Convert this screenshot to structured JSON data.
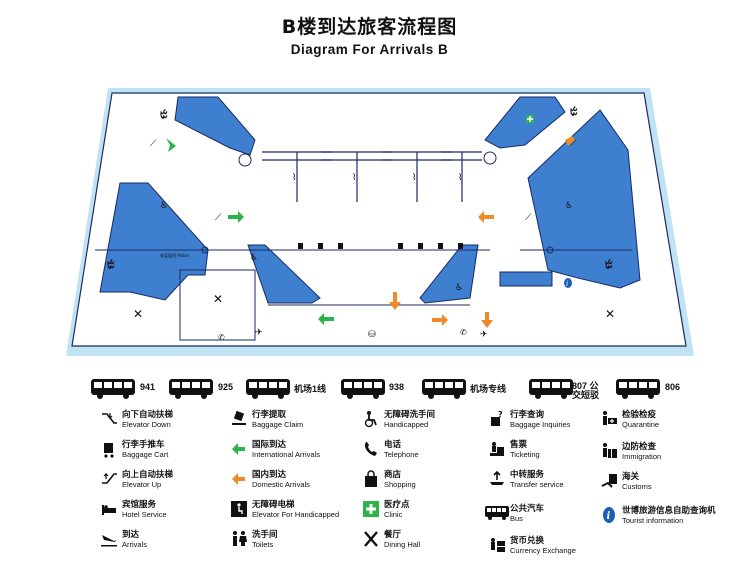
{
  "header": {
    "title": "B楼到达旅客流程图",
    "subtitle": "Diagram For Arrivals B"
  },
  "map": {
    "police_label": "安监值班 Police",
    "colors": {
      "floor": "#ffffff",
      "outer": "#bfe3f3",
      "blue_area": "#3e7fcf",
      "outline": "#1a2a66",
      "green_arrow": "#2eb34a",
      "orange_arrow": "#f08a24",
      "clinic_green": "#2eb34a",
      "info_blue": "#1a5fb4"
    }
  },
  "bus_routes": [
    {
      "label": "941"
    },
    {
      "label": "925"
    },
    {
      "label": "机场1线"
    },
    {
      "label": "938"
    },
    {
      "label": "机场专线"
    },
    {
      "label": "807 公交短驳"
    },
    {
      "label": "806"
    }
  ],
  "legend": [
    {
      "icon": "escalator-down-icon",
      "zh": "向下自动扶梯",
      "en": "Elevator Down"
    },
    {
      "icon": "baggage-cart-icon",
      "zh": "行李手推车",
      "en": "Baggage Cart"
    },
    {
      "icon": "escalator-up-icon",
      "zh": "向上自动扶梯",
      "en": "Elevator Up"
    },
    {
      "icon": "hotel-service-icon",
      "zh": "宾馆服务",
      "en": "Hotel Service"
    },
    {
      "icon": "arrivals-plane-icon",
      "zh": "到达",
      "en": "Arrivals"
    },
    {
      "icon": "baggage-claim-icon",
      "zh": "行李提取",
      "en": "Baggage Claim"
    },
    {
      "icon": "green-arrow-icon",
      "zh": "国际到达",
      "en": "International Arrivals"
    },
    {
      "icon": "orange-arrow-icon",
      "zh": "国内到达",
      "en": "Domestic Arrivals"
    },
    {
      "icon": "accessible-elevator-icon",
      "zh": "无障碍电梯",
      "en": "Elevator For Handicapped"
    },
    {
      "icon": "toilets-icon",
      "zh": "洗手间",
      "en": "Toilets"
    },
    {
      "icon": "accessible-toilet-icon",
      "zh": "无障碍洗手间",
      "en": "Handicapped"
    },
    {
      "icon": "telephone-icon",
      "zh": "电话",
      "en": "Telephone"
    },
    {
      "icon": "shopping-bag-icon",
      "zh": "商店",
      "en": "Shopping"
    },
    {
      "icon": "clinic-cross-icon",
      "zh": "医疗点",
      "en": "Clinic"
    },
    {
      "icon": "dining-fork-knife-icon",
      "zh": "餐厅",
      "en": "Dining Hall"
    },
    {
      "icon": "baggage-inquiry-icon",
      "zh": "行李查询",
      "en": "Baggage Inquiries"
    },
    {
      "icon": "ticketing-icon",
      "zh": "售票",
      "en": "Ticketing"
    },
    {
      "icon": "transfer-service-icon",
      "zh": "中转服务",
      "en": "Transfer service"
    },
    {
      "icon": "bus-icon",
      "zh": "公共汽车",
      "en": "Bus"
    },
    {
      "icon": "currency-exchange-icon",
      "zh": "货币兑换",
      "en": "Currency Exchange"
    },
    {
      "icon": "quarantine-icon",
      "zh": "检验检疫",
      "en": "Quarantine"
    },
    {
      "icon": "immigration-icon",
      "zh": "边防检查",
      "en": "Immigration"
    },
    {
      "icon": "customs-icon",
      "zh": "海关",
      "en": "Customs"
    },
    {
      "icon": "tourist-info-icon",
      "zh": "世博旅游信息自助查询机",
      "en": "Tourist information"
    }
  ]
}
